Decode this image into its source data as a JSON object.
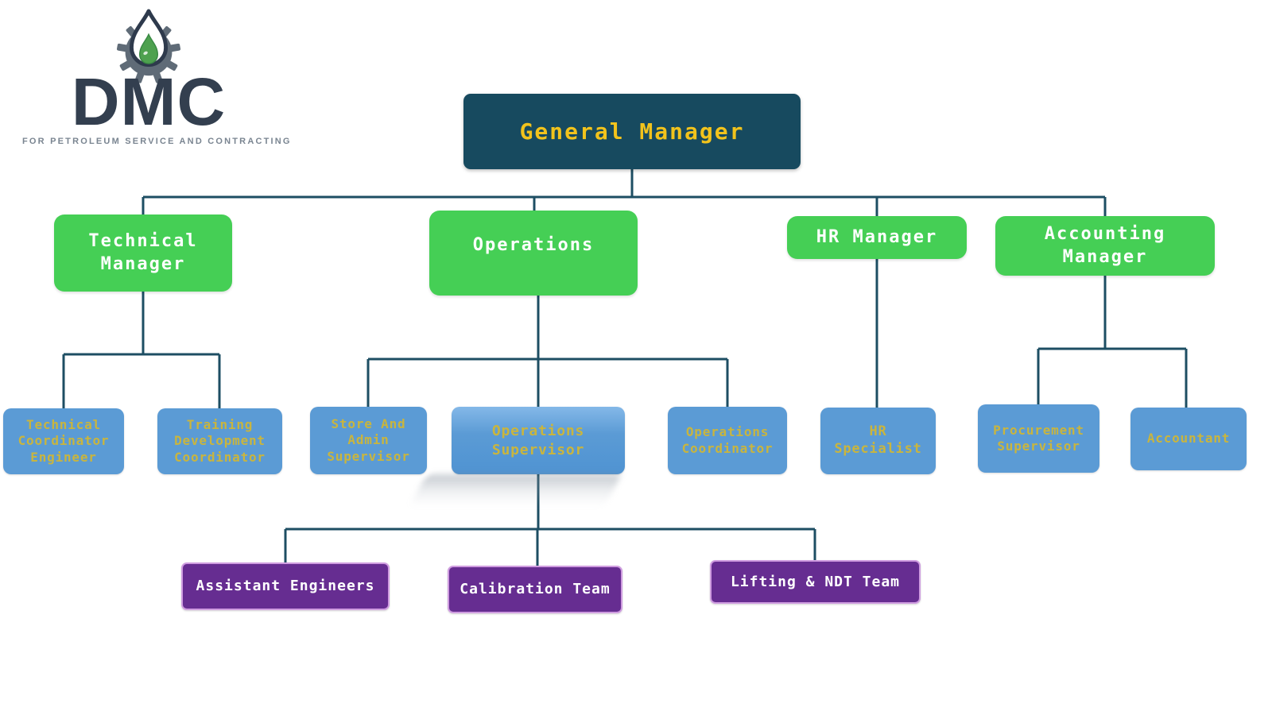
{
  "logo": {
    "acronym": "DMC",
    "tagline": "FOR PETROLEUM SERVICE AND CONTRACTING"
  },
  "org": {
    "general_manager": {
      "label": "General Manager"
    },
    "departments": [
      {
        "label": "Technical Manager",
        "reports": [
          {
            "label": "Technical Coordinator Engineer"
          },
          {
            "label": "Training Development Coordinator"
          }
        ]
      },
      {
        "label": "Operations",
        "reports": [
          {
            "label": "Store And Admin Supervisor"
          },
          {
            "label": "Operations Supervisor",
            "reports": [
              {
                "label": "Assistant Engineers"
              },
              {
                "label": "Calibration Team"
              },
              {
                "label": "Lifting & NDT Team"
              }
            ]
          },
          {
            "label": "Operations Coordinator"
          }
        ]
      },
      {
        "label": "HR Manager",
        "reports": [
          {
            "label": "HR Specialist"
          }
        ]
      },
      {
        "label": "Accounting Manager",
        "reports": [
          {
            "label": "Procurement Supervisor"
          },
          {
            "label": "Accountant"
          }
        ]
      }
    ]
  },
  "colors": {
    "level1_bg": "#174a5f",
    "level1_text": "#f2c31c",
    "level2_bg": "#45cf55",
    "level2_text": "#ffffff",
    "level3_bg": "#5b9bd5",
    "level3_text": "#c9b53e",
    "level4_bg": "#662d91",
    "level4_border": "#cf9ce0",
    "connector": "#1d4e63",
    "logo_navy": "#333f4f",
    "logo_gear_gray": "#5f6b77",
    "logo_drop_green": "#4ea14f"
  }
}
